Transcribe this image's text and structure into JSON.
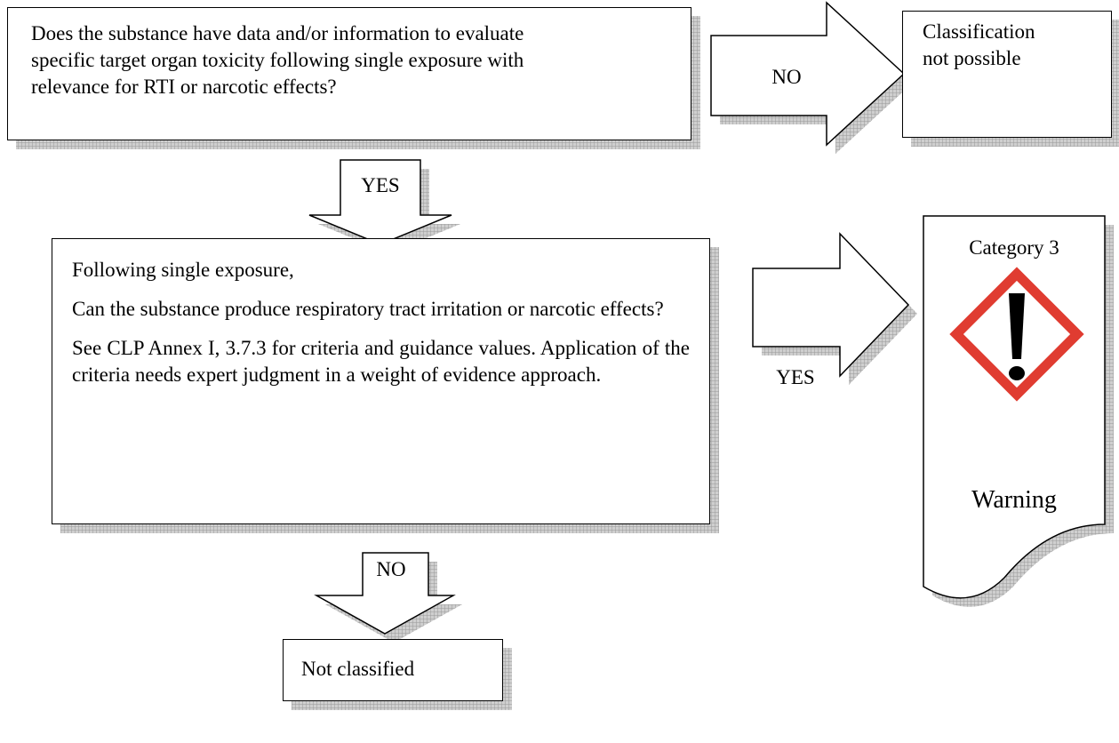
{
  "question1": {
    "line1": "Does the substance have data and/or information to evaluate",
    "line2": "specific target organ toxicity following single exposure with",
    "line3": "relevance for RTI or narcotic effects?"
  },
  "no_arrow_1": {
    "label": "NO"
  },
  "result_not_possible": {
    "line1": "Classification",
    "line2": "not possible"
  },
  "yes_arrow_1": {
    "label": "YES"
  },
  "question2": {
    "para1": "Following single exposure,",
    "para2": "Can the substance produce respiratory tract irritation or narcotic effects?",
    "para3": "See CLP Annex I, 3.7.3 for criteria and guidance values. Application of the criteria needs expert judgment in a weight of evidence approach."
  },
  "yes_arrow_2": {
    "label": "YES"
  },
  "result_category": {
    "category": "Category 3",
    "pictogram": "exclamation-mark-icon",
    "signal_word": "Warning",
    "pictogram_border_color": "#e03c31"
  },
  "no_arrow_2": {
    "label": "NO"
  },
  "result_not_classified": {
    "label": "Not classified"
  },
  "colors": {
    "shadow": "#b8b8b8",
    "stroke": "#000000",
    "hazard_red": "#e03c31"
  }
}
